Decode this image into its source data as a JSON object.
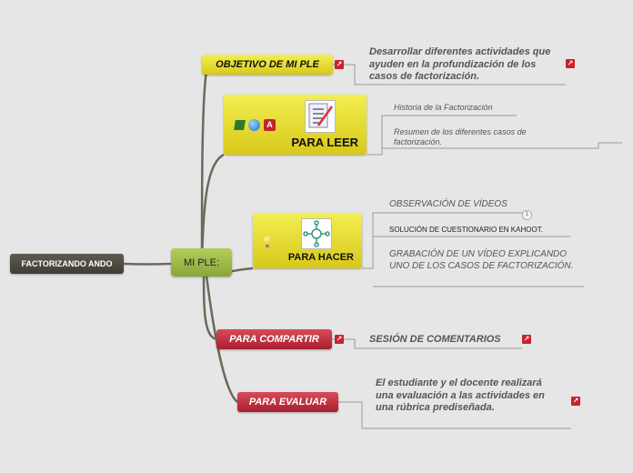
{
  "root": {
    "label": "FACTORIZANDO ANDO"
  },
  "center": {
    "label": "MI PLE:"
  },
  "branches": {
    "objetivo": {
      "label": "OBJETIVO DE MI PLE",
      "note": "Desarrollar diferentes actividades que ayuden en la profundización de los casos de factorización."
    },
    "leer": {
      "label": "PARA LEER",
      "items": [
        "Historia de la Factorización",
        "Resumen de los diferentes casos de factorización."
      ]
    },
    "hacer": {
      "label": "PARA HACER",
      "items": [
        "OBSERVACIÓN DE VÍDEOS",
        "SOLUCIÓN DE CUESTIONARIO EN KAHOOT.",
        "GRABACIÓN DE UN VÍDEO EXPLICANDO UNO DE LOS CASOS DE FACTORIZACIÓN."
      ],
      "badge": "1"
    },
    "compartir": {
      "label": "PARA COMPARTIR",
      "items": [
        "SESIÓN DE COMENTARIOS"
      ]
    },
    "evaluar": {
      "label": "PARA EVALUAR",
      "items": [
        "El estudiante y el docente realizará una evaluación a las actividades en una rúbrica prediseñada."
      ]
    }
  },
  "icons": [
    "link-icon",
    "notebook-icon",
    "globe-icon",
    "pdf-icon",
    "checklist-icon",
    "lightbulb-icon",
    "network-icon"
  ]
}
